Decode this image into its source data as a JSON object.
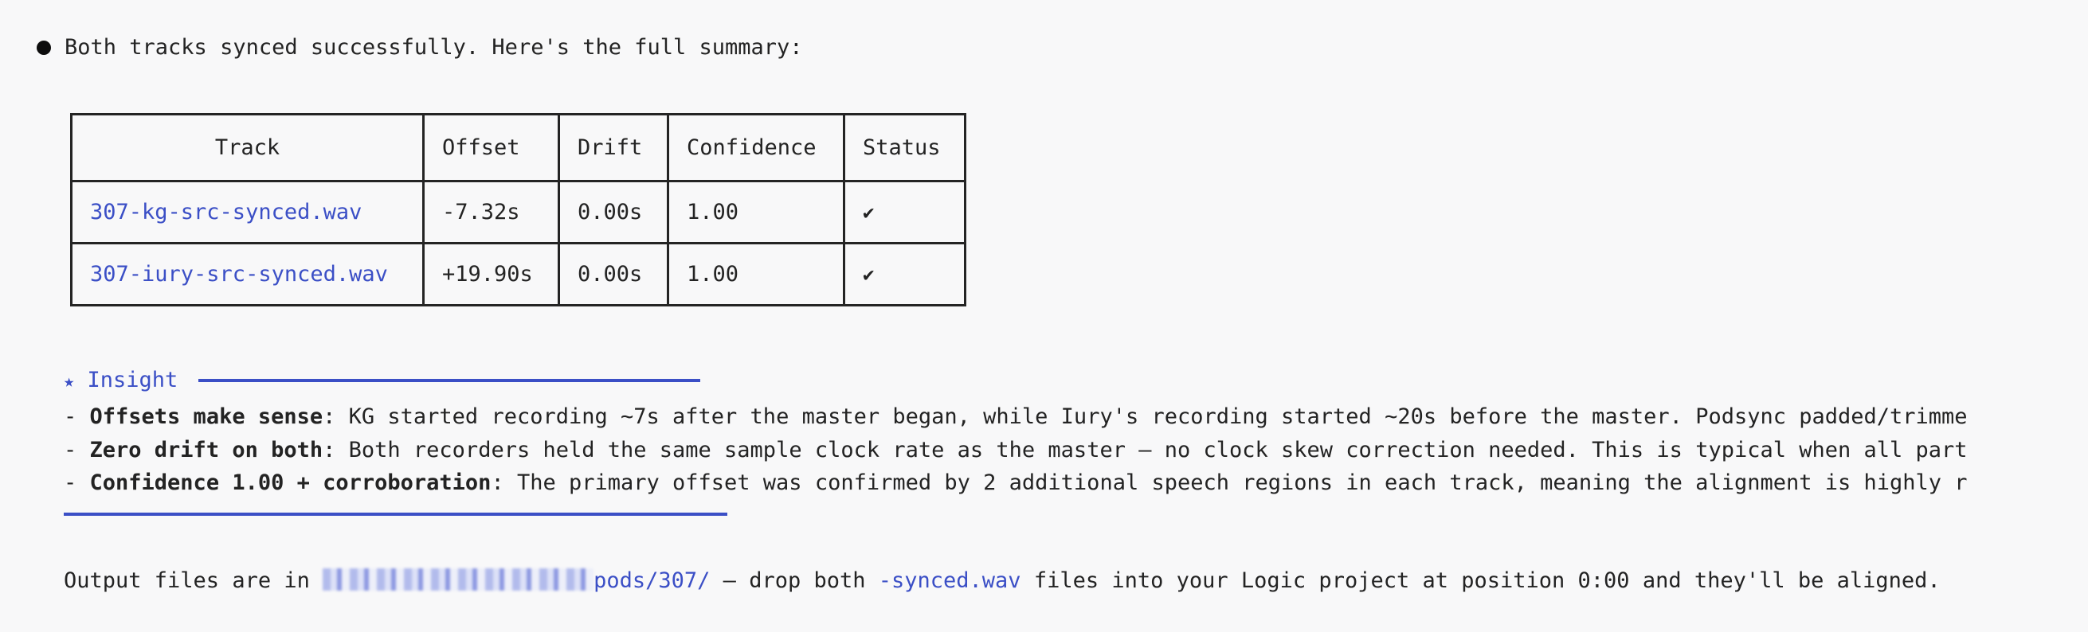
{
  "message": {
    "summary": "Both tracks synced successfully. Here's the full summary:"
  },
  "table": {
    "headers": [
      "Track",
      "Offset",
      "Drift",
      "Confidence",
      "Status"
    ],
    "rows": [
      {
        "track": "307-kg-src-synced.wav",
        "offset": "-7.32s",
        "drift": "0.00s",
        "confidence": "1.00",
        "status": "✔"
      },
      {
        "track": "307-iury-src-synced.wav",
        "offset": "+19.90s",
        "drift": "0.00s",
        "confidence": "1.00",
        "status": "✔"
      }
    ]
  },
  "insight": {
    "star": "★",
    "title": "Insight",
    "items": [
      {
        "dash": "- ",
        "label": "Offsets make sense",
        "text": ": KG started recording ~7s after the master began, while Iury's recording started ~20s before the master. Podsync padded/trimme"
      },
      {
        "dash": "- ",
        "label": "Zero drift on both",
        "text": ": Both recorders held the same sample clock rate as the master — no clock skew correction needed. This is typical when all part"
      },
      {
        "dash": "- ",
        "label": "Confidence 1.00 + corroboration",
        "text": ": The primary offset was confirmed by 2 additional speech regions in each track, meaning the alignment is highly r"
      }
    ]
  },
  "output": {
    "prefix": "Output files are in ",
    "path_visible": "pods/307/",
    "middle": " — drop both ",
    "suffix_file": "-synced.wav",
    "end": " files into your Logic project at position 0:00 and they'll be aligned."
  },
  "colors": {
    "accent": "#3b4fc6",
    "text": "#232323",
    "background": "#f8f8f9",
    "border": "#242424"
  }
}
